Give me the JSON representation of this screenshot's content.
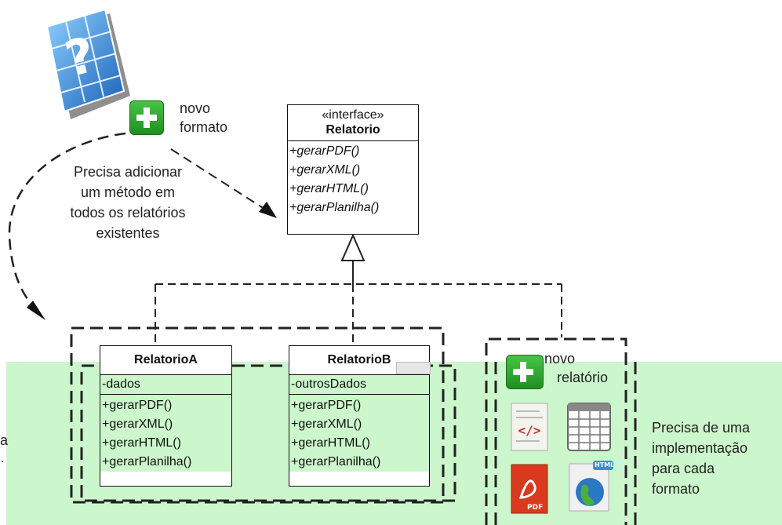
{
  "interface_box": {
    "stereotype": "«interface»",
    "name": "Relatorio",
    "methods": [
      "+gerarPDF()",
      "+gerarXML()",
      "+gerarHTML()",
      "+gerarPlanilha()"
    ]
  },
  "class_a": {
    "name": "RelatorioA",
    "attribute": "-dados",
    "methods": [
      "+gerarPDF()",
      "+gerarXML()",
      "+gerarHTML()",
      "+gerarPlanilha()"
    ]
  },
  "class_b": {
    "name": "RelatorioB",
    "attribute": "-outrosDados",
    "methods": [
      "+gerarPDF()",
      "+gerarXML()",
      "+gerarHTML()",
      "+gerarPlanilha()"
    ]
  },
  "new_format": {
    "line1": "novo",
    "line2": "formato"
  },
  "new_report": {
    "line1": "novo",
    "line2": "relatório"
  },
  "note_left": [
    "Precisa adicionar",
    "um método em",
    "todos os relatórios",
    "existentes"
  ],
  "note_right": [
    "Precisa de uma",
    "implementação",
    "para cada",
    "formato"
  ],
  "left_clipped": [
    "a",
    "·"
  ],
  "icons": {
    "code": "code-file-icon",
    "spreadsheet": "spreadsheet-icon",
    "pdf": "pdf-file-icon",
    "html": "html-globe-icon",
    "help": "help-question-icon",
    "plus": "green-plus-icon"
  },
  "icon_text": {
    "pdf": "PDF",
    "html": "HTML"
  }
}
